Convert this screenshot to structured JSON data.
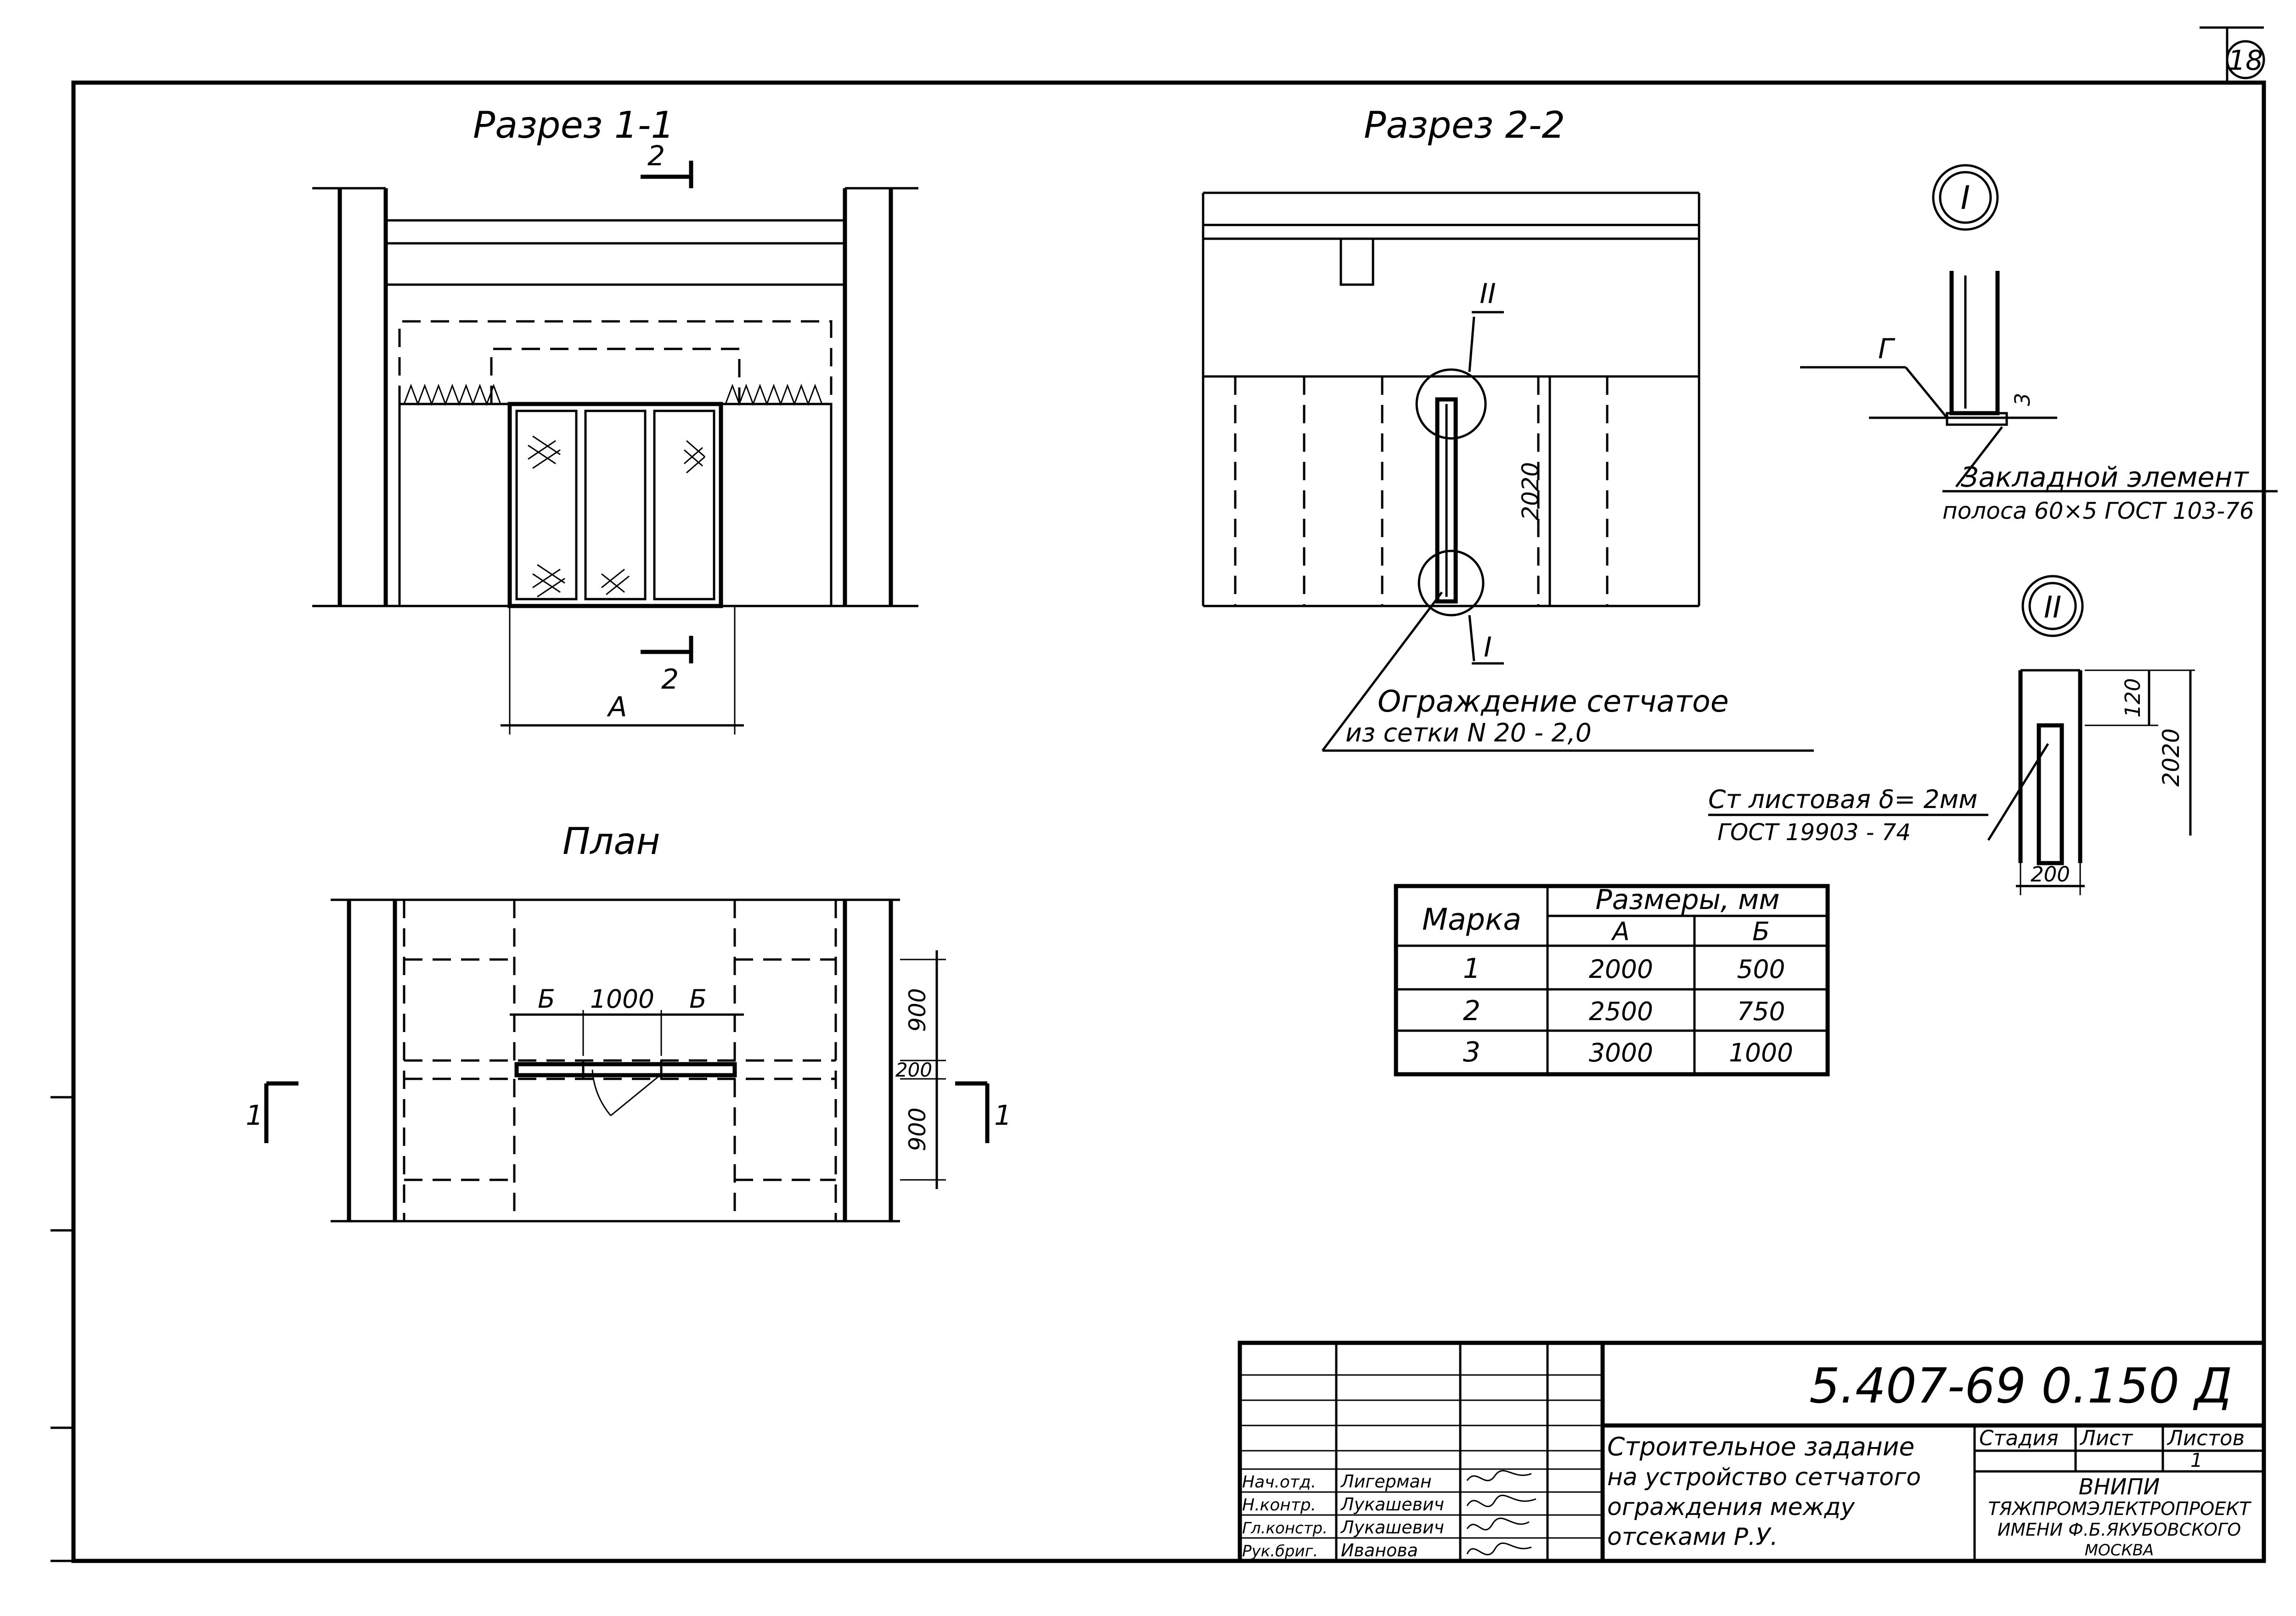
{
  "sheet": {
    "sheet_number": "18",
    "document_code": "5.407-69 0.150 Д",
    "title_lines": [
      "Строительное задание",
      "на устройство сетчатого",
      "ограждения между",
      "отсеками Р.У."
    ],
    "organization_lines": [
      "ВНИПИ",
      "ТЯЖПРОМЭЛЕКТРОПРОЕКТ",
      "ИМЕНИ Ф.Б.ЯКУБОВСКОГО",
      "МОСКВА"
    ],
    "stage_header": "Стадия",
    "sheet_header": "Лист",
    "sheets_header": "Листов",
    "sheets_value": "1",
    "signatures": [
      {
        "role": "Нач.отд.",
        "name": "Лигерман"
      },
      {
        "role": "Н.контр.",
        "name": "Лукашевич"
      },
      {
        "role": "Гл.констр.",
        "name": "Лукашевич"
      },
      {
        "role": "Рук.бриг.",
        "name": "Иванова"
      }
    ]
  },
  "views": {
    "section_1": {
      "title": "Разрез 1-1",
      "cut_label_top": "2",
      "cut_label_bottom": "2",
      "dim_label": "А"
    },
    "section_2": {
      "title": "Разрез 2-2",
      "callout_top": "II",
      "callout_bottom": "I",
      "dim_height": "2020",
      "leader_line1": "Ограждение сетчатое",
      "leader_line2": "из сетки N 20 - 2,0"
    },
    "plan": {
      "title": "План",
      "dim_b_left": "Б",
      "dim_mid": "1000",
      "dim_b_right": "Б",
      "dim_900_top": "900",
      "dim_200": "200",
      "dim_900_bottom": "900",
      "cut_left": "1",
      "cut_right": "1"
    },
    "detail_1": {
      "label": "I",
      "mark_g": "Г",
      "dim_3": "3",
      "leader_line1": "Закладной элемент",
      "leader_line2": "полоса 60×5 ГОСТ 103-76"
    },
    "detail_2": {
      "label": "II",
      "dim_120": "120",
      "dim_2020": "2020",
      "dim_200": "200",
      "leader_line1": "Ст листовая δ= 2мм",
      "leader_line2": "ГОСТ 19903 - 74"
    }
  },
  "size_table": {
    "header_mark": "Марка",
    "header_sizes": "Размеры, мм",
    "col_a": "А",
    "col_b": "Б",
    "rows": [
      {
        "mark": "1",
        "a": "2000",
        "b": "500"
      },
      {
        "mark": "2",
        "a": "2500",
        "b": "750"
      },
      {
        "mark": "3",
        "a": "3000",
        "b": "1000"
      }
    ]
  }
}
